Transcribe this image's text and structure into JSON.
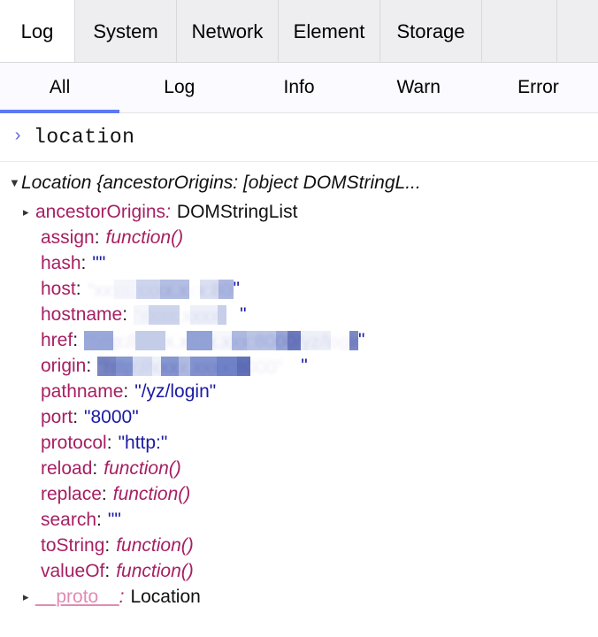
{
  "main_tabs": [
    {
      "label": "Log",
      "active": true,
      "width": "narrow"
    },
    {
      "label": "System",
      "active": false,
      "width": "wide"
    },
    {
      "label": "Network",
      "active": false,
      "width": "wide"
    },
    {
      "label": "Element",
      "active": false,
      "width": "wide"
    },
    {
      "label": "Storage",
      "active": false,
      "width": "wide"
    },
    {
      "label": "",
      "active": false,
      "width": "narrow"
    }
  ],
  "filter_tabs": [
    {
      "label": "All",
      "active": true
    },
    {
      "label": "Log",
      "active": false
    },
    {
      "label": "Info",
      "active": false
    },
    {
      "label": "Warn",
      "active": false
    },
    {
      "label": "Error",
      "active": false
    }
  ],
  "console": {
    "prompt": "›",
    "input_value": "location"
  },
  "result": {
    "expand_icon": "▼",
    "header": "Location {ancestorOrigins: [object DOMStringL...",
    "properties": [
      {
        "key": "ancestorOrigins",
        "colon": ":",
        "colon_italic": true,
        "value": "DOMStringList",
        "value_type": "plain",
        "expandable": true
      },
      {
        "key": "assign",
        "colon": ":",
        "colon_italic": false,
        "value": "function()",
        "value_type": "function",
        "expandable": false
      },
      {
        "key": "hash",
        "colon": ":",
        "colon_italic": false,
        "value": "\"\"",
        "value_type": "string",
        "expandable": false
      },
      {
        "key": "host",
        "colon": ":",
        "colon_italic": false,
        "value": "",
        "value_type": "redacted",
        "redacted_width": 165,
        "ghost_text": "\"xxxx.xxxx.xxx:8000\"",
        "expandable": false
      },
      {
        "key": "hostname",
        "colon": ":",
        "colon_italic": false,
        "value": "",
        "value_type": "redacted",
        "redacted_width": 120,
        "ghost_text": "\"xxxx.xxxx\"",
        "expandable": false
      },
      {
        "key": "href",
        "colon": ":",
        "colon_italic": false,
        "value": "",
        "value_type": "redacted",
        "redacted_width": 310,
        "ghost_text": "\"http://xxxx.xxxx.xxx:8000/yz/login\"",
        "expandable": false
      },
      {
        "key": "origin",
        "colon": ":",
        "colon_italic": false,
        "value": "",
        "value_type": "redacted",
        "redacted_width": 230,
        "ghost_text": "\"http://xxxx.xxxx:8000\"",
        "expandable": false
      },
      {
        "key": "pathname",
        "colon": ":",
        "colon_italic": false,
        "value": "\"/yz/login\"",
        "value_type": "string",
        "expandable": false
      },
      {
        "key": "port",
        "colon": ":",
        "colon_italic": false,
        "value": "\"8000\"",
        "value_type": "string",
        "expandable": false
      },
      {
        "key": "protocol",
        "colon": ":",
        "colon_italic": false,
        "value": "\"http:\"",
        "value_type": "string",
        "expandable": false
      },
      {
        "key": "reload",
        "colon": ":",
        "colon_italic": false,
        "value": "function()",
        "value_type": "function",
        "expandable": false
      },
      {
        "key": "replace",
        "colon": ":",
        "colon_italic": false,
        "value": "function()",
        "value_type": "function",
        "expandable": false
      },
      {
        "key": "search",
        "colon": ":",
        "colon_italic": false,
        "value": "\"\"",
        "value_type": "string",
        "expandable": false
      },
      {
        "key": "toString",
        "colon": ":",
        "colon_italic": false,
        "value": "function()",
        "value_type": "function",
        "expandable": false
      },
      {
        "key": "valueOf",
        "colon": ":",
        "colon_italic": false,
        "value": "function()",
        "value_type": "function",
        "expandable": false
      },
      {
        "key": "__proto__",
        "colon": ":",
        "colon_italic": true,
        "value": "Location",
        "value_type": "plain",
        "expandable": true,
        "is_proto": true
      }
    ],
    "collapse_icon": "▸"
  },
  "colors": {
    "active_tab_underline": "#5b79f0",
    "property_key": "#a61f62",
    "string_value": "#1a1aa6",
    "proto_key": "#e08bb4",
    "tab_bar_bg": "#eeeef1",
    "filter_bar_bg": "#fafaff",
    "redaction": "#2b3f9e"
  }
}
